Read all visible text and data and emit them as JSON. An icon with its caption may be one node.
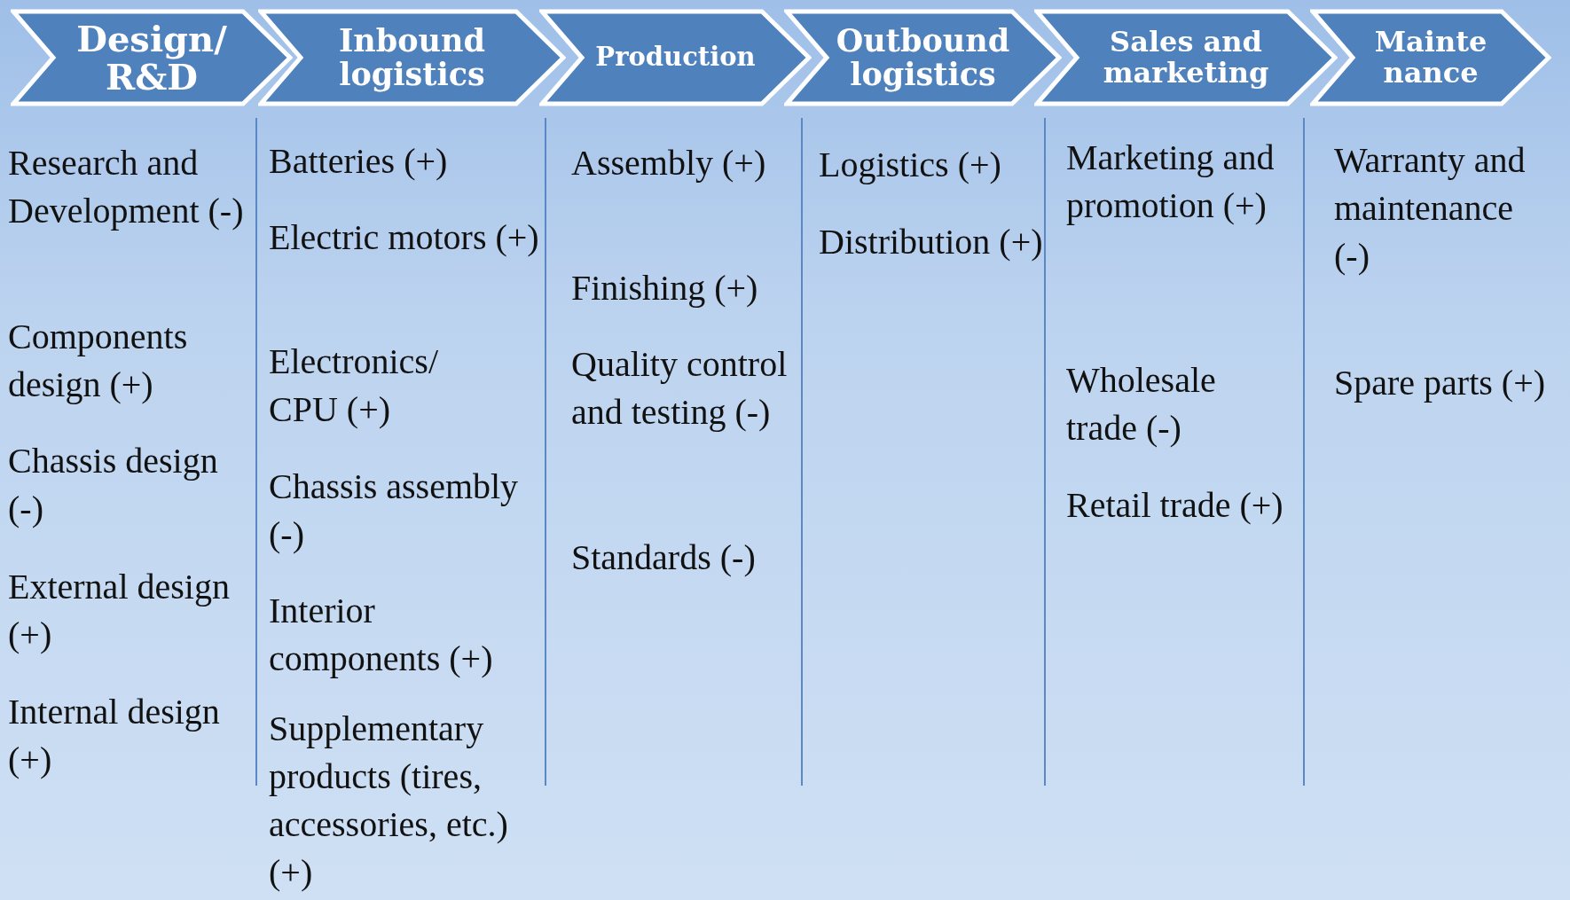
{
  "diagram": {
    "nodes": [
      {
        "text": [
          "Design/ R&D"
        ]
      },
      {
        "text": [
          "Inbound logistics"
        ]
      },
      {
        "text": [
          "Production"
        ]
      },
      {
        "text": [
          "Outbound logistics"
        ]
      },
      {
        "text": [
          "Sales and marketing"
        ]
      },
      {
        "text": [
          "Mainte nance"
        ]
      }
    ],
    "labels": [
      "Research and Development (-)",
      "Components design (+)",
      "Chassis design (-)",
      "External design (+)",
      "Internal design (+)",
      "Batteries (+)",
      "Electric motors (+)",
      "Electronics/ CPU (+)",
      "Chassis assembly (-)",
      "Interior components (+)",
      "Supplementary products (tires, accessories, etc.) (+)",
      "Assembly (+)",
      "Finishing (+)",
      "Quality control and testing (-)",
      "Standards (-)",
      "Logistics (+)",
      "Distribution (+)",
      "Marketing and promotion (+)",
      "Wholesale trade (-)",
      "Retail trade (+)",
      "Warranty and maintenance (-)",
      "Spare parts (+)"
    ]
  }
}
